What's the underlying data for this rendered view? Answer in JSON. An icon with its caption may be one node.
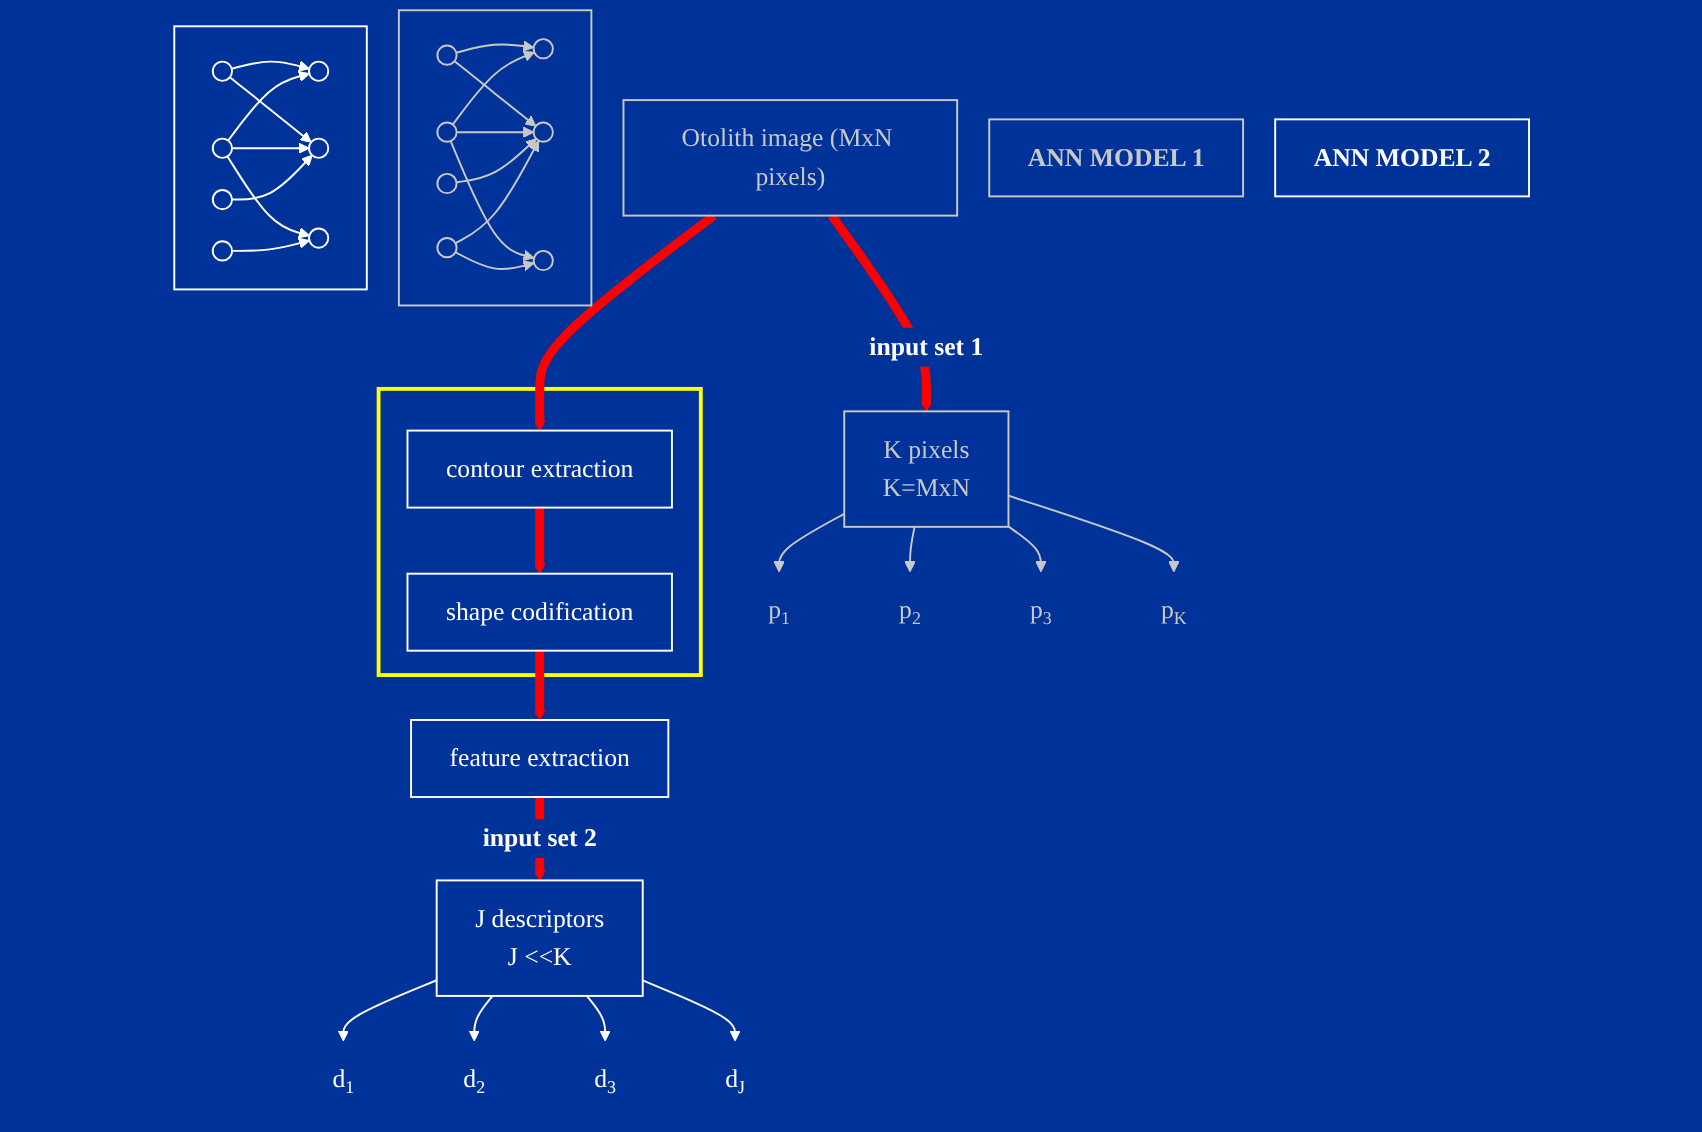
{
  "diagram": {
    "nodes": [
      {
        "text": [
          "Otolith image (MxN pixels)"
        ]
      },
      {
        "text": [
          "K pixels",
          "K=MxN"
        ]
      },
      {
        "text": [
          "p$_{1}$"
        ]
      },
      {
        "text": [
          "p$_{2}$"
        ]
      },
      {
        "text": [
          "p$_{3}$"
        ]
      },
      {
        "text": [
          "p$_{K}$"
        ]
      },
      {
        "text": [],
        "shape": "box"
      },
      {
        "text": [],
        "shape": "circle",
        "in": 6
      },
      {
        "text": [],
        "shape": "circle",
        "in": 6
      },
      {
        "text": [],
        "shape": "circle",
        "in": 6
      },
      {
        "text": [],
        "shape": "circle",
        "in": 6
      },
      {
        "text": [],
        "shape": "circle",
        "in": 6
      },
      {
        "text": [],
        "shape": "circle",
        "in": 6
      },
      {
        "text": [],
        "shape": "circle",
        "in": 6
      },
      {
        "text": [
          "ANN MODEL 1"
        ]
      },
      {
        "text": [],
        "shape": "box"
      },
      {
        "text": [
          "contour extraction"
        ],
        "in": 15
      },
      {
        "text": [
          "shape codification"
        ],
        "in": 15
      },
      {
        "text": [
          "feature extraction"
        ]
      },
      {
        "text": [
          "J descriptors",
          "J <<K"
        ]
      },
      {
        "text": [
          "d$_{1}$"
        ]
      },
      {
        "text": [
          "d$_{2}$"
        ]
      },
      {
        "text": [
          "d$_{3}$"
        ]
      },
      {
        "text": [
          "d$_{J}$"
        ]
      },
      {
        "text": [],
        "shape": "box"
      },
      {
        "text": [],
        "shape": "circle",
        "in": 24
      },
      {
        "text": [],
        "shape": "circle",
        "in": 24
      },
      {
        "text": [],
        "shape": "circle",
        "in": 24
      },
      {
        "text": [],
        "shape": "circle",
        "in": 24
      },
      {
        "text": [],
        "shape": "circle",
        "in": 24
      },
      {
        "text": [],
        "shape": "circle",
        "in": 24
      },
      {
        "text": [],
        "shape": "circle",
        "in": 24
      },
      {
        "text": [
          "ANN MODEL 2"
        ]
      }
    ],
    "edges": [
      {
        "from": 0,
        "to": 1,
        "arrow": "to",
        "label": "input set 1",
        "style": "thick",
        "color": "#ff0000"
      },
      {
        "from": 1,
        "to": 2,
        "arrow": "to"
      },
      {
        "from": 1,
        "to": 3,
        "arrow": "to"
      },
      {
        "from": 1,
        "to": 4,
        "arrow": "to"
      },
      {
        "from": 1,
        "to": 5,
        "arrow": "to"
      },
      {
        "from": 7,
        "to": 11,
        "arrow": "to"
      },
      {
        "from": 7,
        "to": 12,
        "arrow": "to"
      },
      {
        "from": 8,
        "to": 11,
        "arrow": "to"
      },
      {
        "from": 8,
        "to": 12,
        "arrow": "to"
      },
      {
        "from": 8,
        "to": 13,
        "arrow": "to"
      },
      {
        "from": 9,
        "to": 12,
        "arrow": "to"
      },
      {
        "from": 10,
        "to": 12,
        "arrow": "to"
      },
      {
        "from": 10,
        "to": 13,
        "arrow": "to"
      },
      {
        "from": 0,
        "to": 16,
        "arrow": "to",
        "style": "thick",
        "color": "#ff0000"
      },
      {
        "from": 16,
        "to": 17,
        "arrow": "to",
        "style": "thick",
        "color": "#ff0000"
      },
      {
        "from": 17,
        "to": 18,
        "arrow": "to",
        "style": "thick",
        "color": "#ff0000"
      },
      {
        "from": 18,
        "to": 19,
        "arrow": "to",
        "label": "input set 2",
        "style": "thick",
        "color": "#ff0000"
      },
      {
        "from": 19,
        "to": 20,
        "arrow": "to",
        "color": "#ffffff"
      },
      {
        "from": 19,
        "to": 21,
        "arrow": "to",
        "color": "#ffffff"
      },
      {
        "from": 19,
        "to": 22,
        "arrow": "to",
        "color": "#ffffff"
      },
      {
        "from": 19,
        "to": 23,
        "arrow": "to",
        "color": "#ffffff"
      },
      {
        "from": 25,
        "to": 29,
        "arrow": "to",
        "color": "#ffffff"
      },
      {
        "from": 25,
        "to": 30,
        "arrow": "to",
        "color": "#ffffff"
      },
      {
        "from": 26,
        "to": 29,
        "arrow": "to",
        "color": "#ffffff"
      },
      {
        "from": 26,
        "to": 30,
        "arrow": "to",
        "color": "#ffffff"
      },
      {
        "from": 26,
        "to": 31,
        "arrow": "to",
        "color": "#ffffff"
      },
      {
        "from": 27,
        "to": 30,
        "arrow": "to",
        "color": "#ffffff"
      },
      {
        "from": 28,
        "to": 31,
        "arrow": "to",
        "color": "#ffffff"
      }
    ]
  }
}
